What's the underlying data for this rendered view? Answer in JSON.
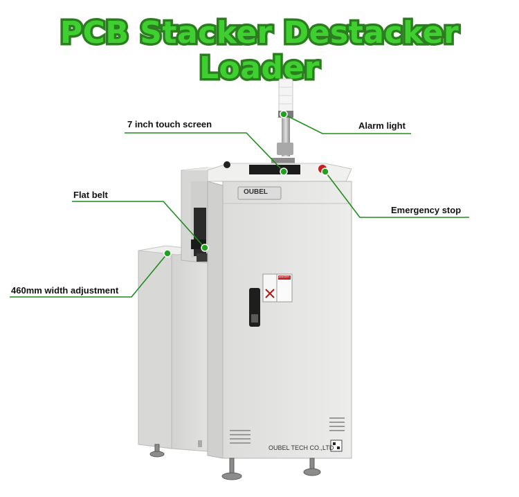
{
  "title": "PCB Stacker Destacker Loader",
  "callouts": {
    "touch_screen": "7 inch touch screen",
    "alarm_light": "Alarm light",
    "flat_belt": "Flat belt",
    "emergency_stop": "Emergency stop",
    "width_adjustment": "460mm width adjustment"
  },
  "machine": {
    "logo_text": "OUBEL",
    "company_text": "OUBEL TECH CO.,LTD",
    "warning_label": "DANGER"
  },
  "colors": {
    "title_fill": "#3fcf31",
    "title_stroke": "#2b7d1f",
    "leader": "#1e8c1e",
    "dot": "#22a01f",
    "machine_body": "#e6e6e4"
  }
}
